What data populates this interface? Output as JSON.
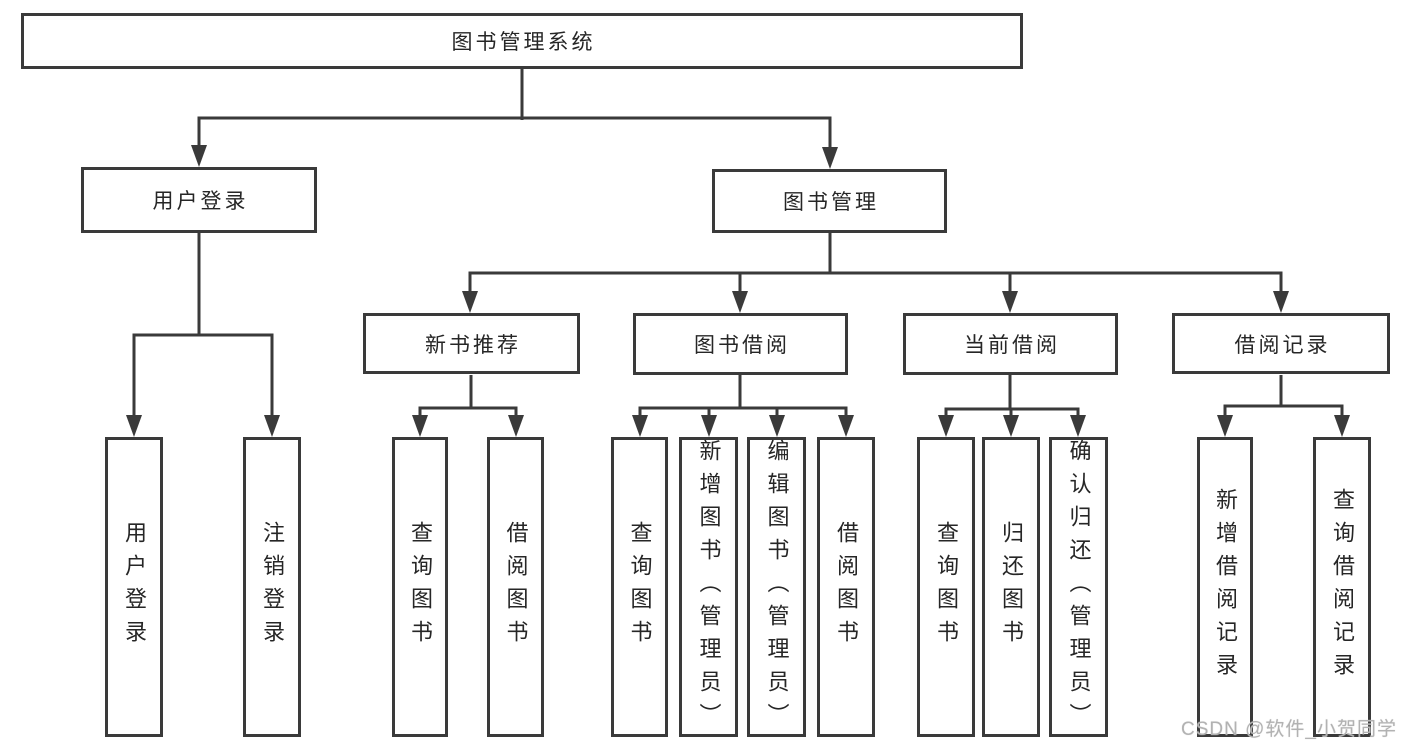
{
  "diagram_title": "图书管理系统",
  "tree": {
    "label": "图书管理系统",
    "children": [
      {
        "label": "用户登录",
        "children": [
          {
            "label": "用户登录"
          },
          {
            "label": "注销登录"
          }
        ]
      },
      {
        "label": "图书管理",
        "children": [
          {
            "label": "新书推荐",
            "children": [
              {
                "label": "查询图书"
              },
              {
                "label": "借阅图书"
              }
            ]
          },
          {
            "label": "图书借阅",
            "children": [
              {
                "label": "查询图书"
              },
              {
                "label": "新增图书（管理员）"
              },
              {
                "label": "编辑图书（管理员）"
              },
              {
                "label": "借阅图书"
              }
            ]
          },
          {
            "label": "当前借阅",
            "children": [
              {
                "label": "查询图书"
              },
              {
                "label": "归还图书"
              },
              {
                "label": "确认归还（管理员）"
              }
            ]
          },
          {
            "label": "借阅记录",
            "children": [
              {
                "label": "新增借阅记录"
              },
              {
                "label": "查询借阅记录"
              }
            ]
          }
        ]
      }
    ]
  },
  "watermark": "CSDN @软件_小贺同学",
  "colors": {
    "line": "#3a3a3a",
    "text": "#262626",
    "background": "#ffffff",
    "watermark": "#b2b2b2"
  }
}
